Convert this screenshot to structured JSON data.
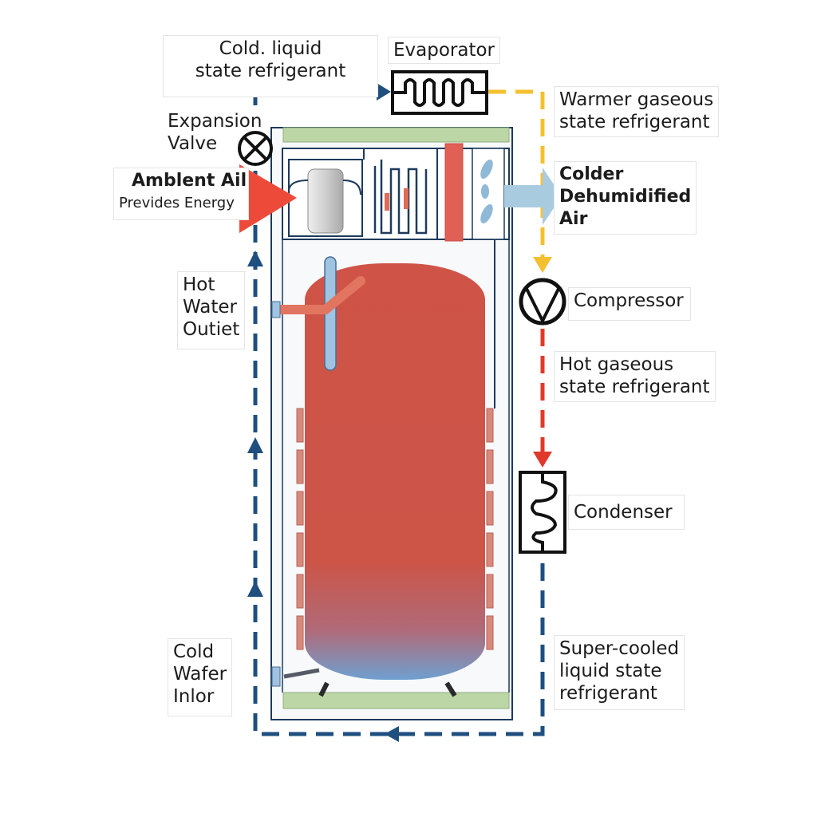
{
  "labels": {
    "cold_liquid_line1": "Cold. liquid",
    "cold_liquid_line2": "state refrigerant",
    "evaporator": "Evaporator",
    "warmer_line1": "Warmer gaseous",
    "warmer_line2": "state refrigerant",
    "expansion_line1": "Expansion",
    "expansion_line2": "Valve",
    "ambient_line1": "Amblent Ail",
    "ambient_line2": "Prevides Energy",
    "colder_line1": "Colder",
    "colder_line2": "Dehumidified",
    "colder_line3": "Air",
    "hot_water_line1": "Hot",
    "hot_water_line2": "Water",
    "hot_water_line3": "Outiet",
    "compressor": "Compressor",
    "hot_gas_line1": "Hot gaseous",
    "hot_gas_line2": "state refrigerant",
    "condenser": "Condenser",
    "supercooled_line1": "Super-cooled",
    "supercooled_line2": "liquid state",
    "supercooled_line3": "refrigerant",
    "cold_water_line1": "Cold",
    "cold_water_line2": "Wafer",
    "cold_water_line3": "Inlor"
  },
  "colors": {
    "cold_line": "#1f4f7f",
    "warm_line": "#f5c030",
    "hot_line": "#e0392b",
    "tank_top": "#cf5347",
    "tank_bottom": "#6f9fd0",
    "air_arrow": "#a9cbe0",
    "panel_green": "#bcd6a6",
    "frame": "#1d3a5c"
  },
  "icons": [
    "evaporator-coil-icon",
    "expansion-valve-icon",
    "compressor-icon",
    "condenser-coil-icon",
    "fan-icon"
  ]
}
